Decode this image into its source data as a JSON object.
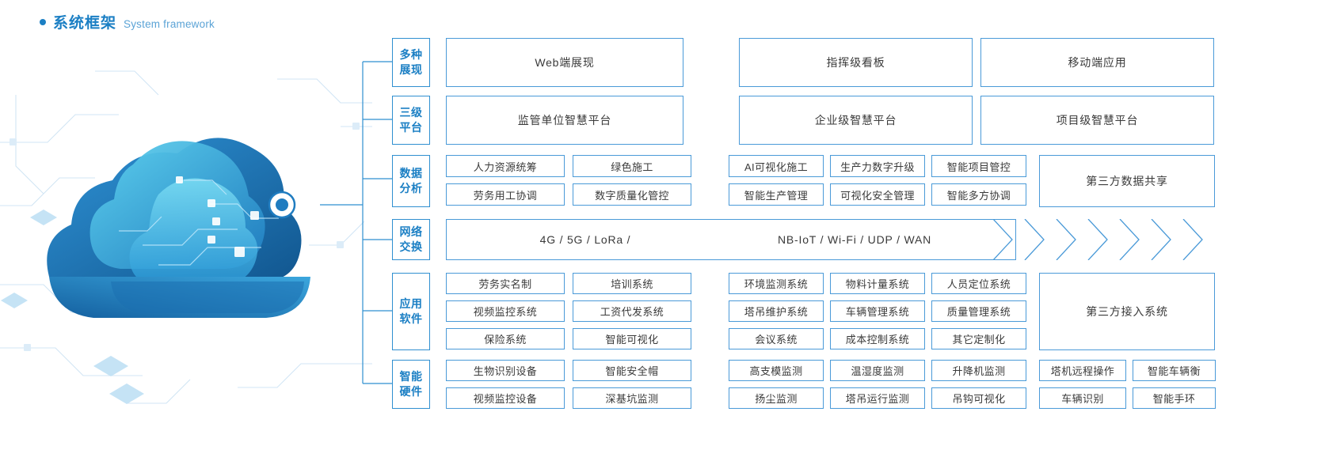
{
  "header": {
    "dot_icon": "bullet-dot-icon",
    "title_cn": "系统框架",
    "title_en": "System framework",
    "accent_color": "#1b7fc4",
    "sub_color": "#5ba3d6"
  },
  "artwork": {
    "name": "cloud-circuit-illustration",
    "node_icon": "network-node-icon",
    "colors": {
      "cloud_dark": "#1667a8",
      "cloud_mid": "#2b8fd0",
      "cloud_light": "#5ec8e8",
      "circuit": "#bcd9ef"
    }
  },
  "rows": [
    {
      "id": "presentation",
      "category": [
        "多种",
        "展现"
      ],
      "type": "wide3",
      "cells": [
        "Web端展现",
        "指挥级看板",
        "移动端应用"
      ]
    },
    {
      "id": "platform",
      "category": [
        "三级",
        "平台"
      ],
      "type": "wide3",
      "cells": [
        "监管单位智慧平台",
        "企业级智慧平台",
        "项目级智慧平台"
      ]
    },
    {
      "id": "data-analysis",
      "category": [
        "数据",
        "分析"
      ],
      "type": "grid",
      "left_cells": [
        "人力资源统筹",
        "绿色施工",
        "劳务用工协调",
        "数字质量化管控"
      ],
      "mid_cells": [
        "AI可视化施工",
        "生产力数字升级",
        "智能项目管控",
        "智能生产管理",
        "可视化安全管理",
        "智能多方协调"
      ],
      "right_label": "第三方数据共享"
    },
    {
      "id": "network",
      "category": [
        "网络",
        "交换"
      ],
      "type": "network",
      "texts": [
        "4G / 5G / LoRa /",
        "NB-IoT / Wi-Fi / UDP / WAN"
      ],
      "arrow_count": 7,
      "arrow_icon": "chevron-right-icon"
    },
    {
      "id": "application-software",
      "category": [
        "应用",
        "软件"
      ],
      "type": "grid3",
      "left_cells": [
        "劳务实名制",
        "培训系统",
        "视频监控系统",
        "工资代发系统",
        "保险系统",
        "智能可视化"
      ],
      "mid_cells": [
        "环境监测系统",
        "物料计量系统",
        "人员定位系统",
        "塔吊维护系统",
        "车辆管理系统",
        "质量管理系统",
        "会议系统",
        "成本控制系统",
        "其它定制化"
      ],
      "right_label": "第三方接入系统"
    },
    {
      "id": "smart-hardware",
      "category": [
        "智能",
        "硬件"
      ],
      "type": "hardware",
      "left_cells": [
        "生物识别设备",
        "智能安全帽",
        "视频监控设备",
        "深基坑监测"
      ],
      "mid_cells": [
        "高支模监测",
        "温湿度监测",
        "升降机监测",
        "扬尘监测",
        "塔吊运行监测",
        "吊钩可视化"
      ],
      "right_cells": [
        "塔机远程操作",
        "智能车辆衡",
        "车辆识别",
        "智能手环"
      ]
    }
  ]
}
